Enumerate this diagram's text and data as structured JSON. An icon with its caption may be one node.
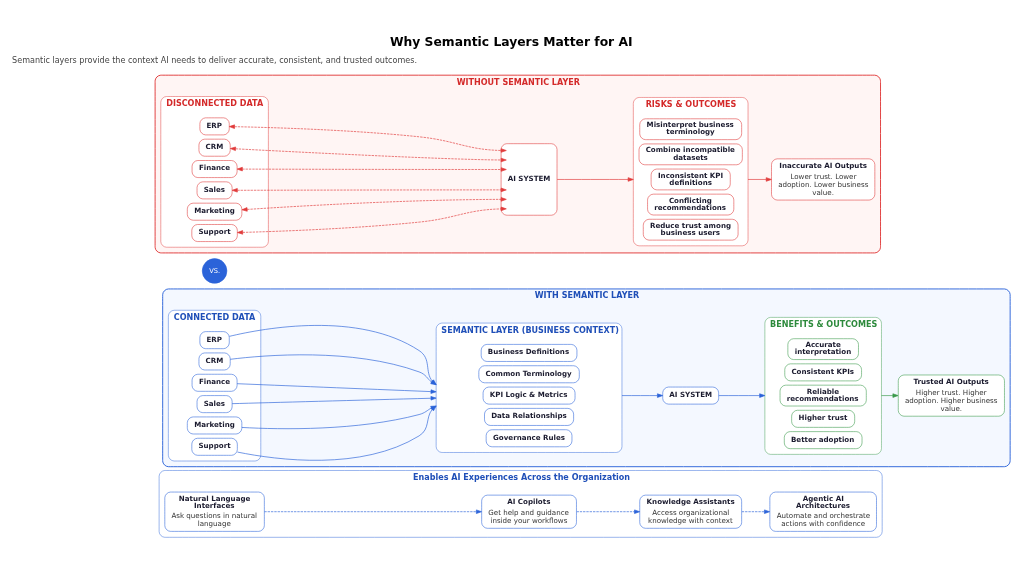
{
  "diagram": {
    "title": "Why Semantic Layers Matter for AI",
    "nodes": [
      {
        "text": [
          "WITHOUT SEMANTIC LAYER"
        ]
      },
      {
        "text": [
          "DISCONNECTED DATA"
        ],
        "in": 0
      },
      {
        "text": [
          "ERP"
        ],
        "in": 1
      },
      {
        "text": [
          "CRM"
        ],
        "in": 1
      },
      {
        "text": [
          "Finance"
        ],
        "in": 1
      },
      {
        "text": [
          "Sales"
        ],
        "in": 1
      },
      {
        "text": [
          "Marketing"
        ],
        "in": 1
      },
      {
        "text": [
          "Support"
        ],
        "in": 1
      },
      {
        "text": [
          "AI SYSTEM"
        ],
        "in": 0
      },
      {
        "text": [
          "RISKS & OUTCOMES"
        ],
        "in": 0
      },
      {
        "text": [
          "Misinterpret business terminology"
        ],
        "in": 9
      },
      {
        "text": [
          "Combine incompatible datasets"
        ],
        "in": 9
      },
      {
        "text": [
          "Inconsistent KPI definitions"
        ],
        "in": 9
      },
      {
        "text": [
          "Conflicting recommendations"
        ],
        "in": 9
      },
      {
        "text": [
          "Reduce trust among business users"
        ],
        "in": 9
      },
      {
        "text": [
          "Inaccurate AI Outputs",
          "Lower trust. Lower adoption. Lower business value."
        ],
        "in": 0
      },
      {
        "text": [
          "VS."
        ]
      },
      {
        "text": [
          "WITH SEMANTIC LAYER"
        ]
      },
      {
        "text": [
          "CONNECTED DATA"
        ],
        "in": 17
      },
      {
        "text": [
          "ERP"
        ],
        "in": 18
      },
      {
        "text": [
          "CRM"
        ],
        "in": 18
      },
      {
        "text": [
          "Finance"
        ],
        "in": 18
      },
      {
        "text": [
          "Sales"
        ],
        "in": 18
      },
      {
        "text": [
          "Marketing"
        ],
        "in": 18
      },
      {
        "text": [
          "Support"
        ],
        "in": 18
      },
      {
        "text": [
          "SEMANTIC LAYER (BUSINESS CONTEXT)"
        ],
        "in": 17
      },
      {
        "text": [
          "Business Definitions"
        ],
        "in": 25
      },
      {
        "text": [
          "Common Terminology"
        ],
        "in": 25
      },
      {
        "text": [
          "KPI Logic & Metrics"
        ],
        "in": 25
      },
      {
        "text": [
          "Data Relationships"
        ],
        "in": 25
      },
      {
        "text": [
          "Governance Rules"
        ],
        "in": 25
      },
      {
        "text": [
          "AI SYSTEM"
        ],
        "in": 17
      },
      {
        "text": [
          "BENEFITS & OUTCOMES"
        ],
        "in": 17
      },
      {
        "text": [
          "Accurate interpretation"
        ],
        "in": 32
      },
      {
        "text": [
          "Consistent KPIs"
        ],
        "in": 32
      },
      {
        "text": [
          "Reliable recommendations"
        ],
        "in": 32
      },
      {
        "text": [
          "Higher trust"
        ],
        "in": 32
      },
      {
        "text": [
          "Better adoption"
        ],
        "in": 32
      },
      {
        "text": [
          "Trusted AI Outputs",
          "Higher trust. Higher adoption. Higher business value."
        ],
        "in": 17
      },
      {
        "text": [
          "Enables AI Experiences Across the Organization"
        ]
      },
      {
        "text": [
          "Natural Language Interfaces",
          "Ask questions in natural language"
        ],
        "in": 39
      },
      {
        "text": [
          "AI Copilots",
          "Get help and guidance inside your workflows"
        ],
        "in": 39
      },
      {
        "text": [
          "Knowledge Assistants",
          "Access organizational knowledge with context"
        ],
        "in": 39
      },
      {
        "text": [
          "Agentic AI Architectures",
          "Automate and orchestrate actions with confidence"
        ],
        "in": 39
      }
    ],
    "edges": [
      {
        "from": 2,
        "to": 8,
        "arrow": "both",
        "style": "dashed",
        "color": "#e03a3a"
      },
      {
        "from": 3,
        "to": 8,
        "arrow": "both",
        "style": "dashed",
        "color": "#e03a3a"
      },
      {
        "from": 4,
        "to": 8,
        "arrow": "both",
        "style": "dashed",
        "color": "#e03a3a"
      },
      {
        "from": 5,
        "to": 8,
        "arrow": "both",
        "style": "dashed",
        "color": "#e03a3a"
      },
      {
        "from": 6,
        "to": 8,
        "arrow": "both",
        "style": "dashed",
        "color": "#e03a3a"
      },
      {
        "from": 7,
        "to": 8,
        "arrow": "both",
        "style": "dashed",
        "color": "#e03a3a"
      },
      {
        "from": 8,
        "to": 9,
        "arrow": "to",
        "color": "#e03a3a"
      },
      {
        "from": 9,
        "to": 15,
        "arrow": "to",
        "color": "#e03a3a"
      },
      {
        "from": 19,
        "to": 25,
        "arrow": "to"
      },
      {
        "from": 20,
        "to": 25,
        "arrow": "to"
      },
      {
        "from": 21,
        "to": 25,
        "arrow": "to"
      },
      {
        "from": 22,
        "to": 25,
        "arrow": "to"
      },
      {
        "from": 23,
        "to": 25,
        "arrow": "to"
      },
      {
        "from": 24,
        "to": 25,
        "arrow": "to"
      },
      {
        "from": 25,
        "to": 31,
        "arrow": "to"
      },
      {
        "from": 31,
        "to": 32,
        "arrow": "to"
      },
      {
        "from": 32,
        "to": 38,
        "arrow": "to",
        "color": "#3a9a4a"
      },
      {
        "from": 40,
        "to": 41,
        "arrow": "to",
        "style": "dashed"
      },
      {
        "from": 41,
        "to": 42,
        "arrow": "to",
        "style": "dashed"
      },
      {
        "from": 42,
        "to": 43,
        "arrow": "to",
        "style": "dashed"
      }
    ],
    "labels": [
      "Semantic layers provide the context AI needs to deliver accurate, consistent, and trusted outcomes."
    ]
  }
}
